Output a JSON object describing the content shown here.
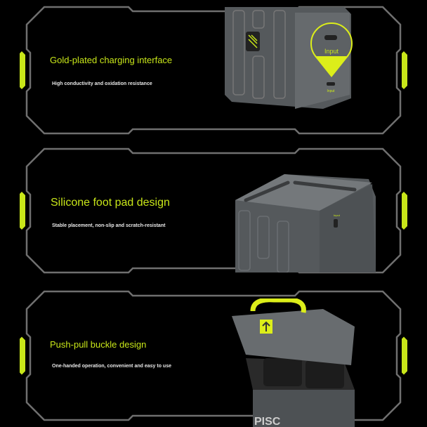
{
  "colors": {
    "accent": "#c8e619",
    "frame": "#6f6f6f",
    "product": "#55595c",
    "background": "#000000"
  },
  "panels": [
    {
      "title": "Gold-plated charging interface",
      "subtitle": "High conductivity and oxidation resistance",
      "callout_label": "Input",
      "port_label": "Input"
    },
    {
      "title": "Silicone foot pad design",
      "subtitle": "Stable placement, non-slip and scratch-resistant",
      "port_label": "Input"
    },
    {
      "title": "Push-pull buckle design",
      "subtitle": "One-handed operation, convenient and easy to use",
      "brand_partial": "PISC"
    }
  ]
}
